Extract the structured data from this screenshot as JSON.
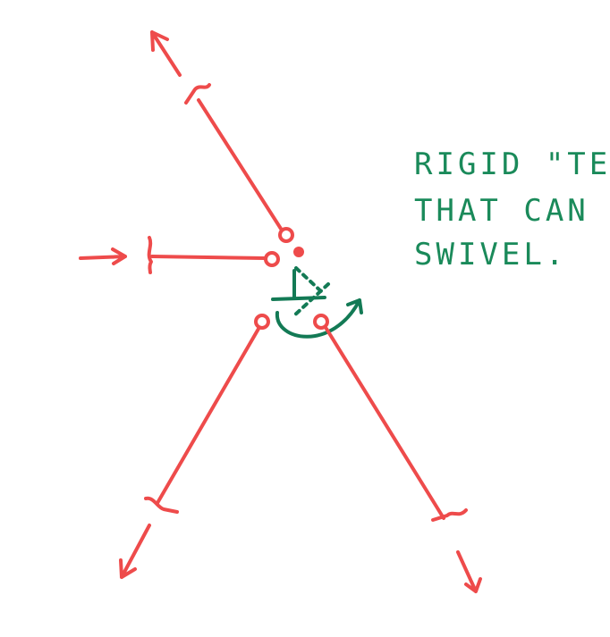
{
  "colors": {
    "background": "#ffffff",
    "tether_red": "#ee4b4b",
    "tee_green": "#137a55",
    "note_green": "#1a8a5a"
  },
  "annotation": {
    "lines": [
      "RIGID \"TEE\"",
      "THAT CAN",
      "SWIVEL."
    ]
  },
  "icons": {
    "pull_arrows": "arrow-icon",
    "rotation": "curved-rotation-arrow-icon"
  }
}
